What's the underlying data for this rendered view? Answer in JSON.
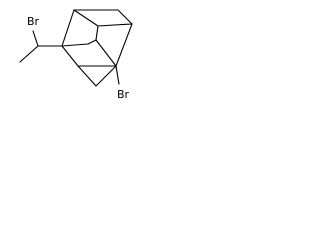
{
  "molecule": {
    "atoms": [
      {
        "id": "br-top",
        "symbol": "Br"
      },
      {
        "id": "br-bottom",
        "symbol": "Br"
      }
    ]
  },
  "colors": {
    "bond": "#000000",
    "label": "#000000",
    "background": "#ffffff"
  }
}
